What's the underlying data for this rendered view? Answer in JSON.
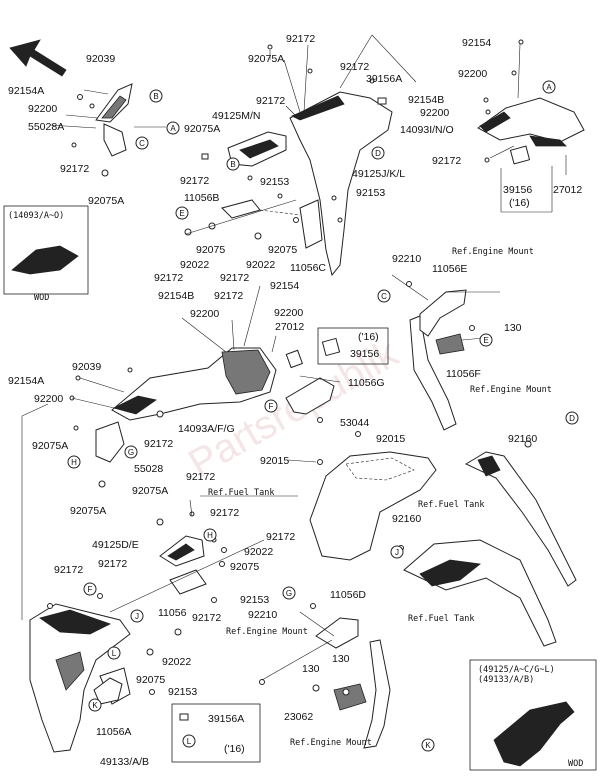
{
  "watermark": "Partsrepublik",
  "labels": {
    "l_92039_a": "92039",
    "l_92154a_a": "92154A",
    "l_92200_a": "92200",
    "l_55028a": "55028A",
    "l_92172_a": "92172",
    "l_92075a_a": "92075A",
    "l_92075a_b": "92075A",
    "l_92172_top": "92172",
    "l_92075a_c": "92075A",
    "l_92172_b": "92172",
    "l_49125mn": "49125M/N",
    "l_92172_c": "92172",
    "l_39156a_top": "39156A",
    "l_92154_tr": "92154",
    "l_92200_tr": "92200",
    "l_92154b_tr": "92154B",
    "l_92200_tr2": "92200",
    "l_14093ino": "14093I/N/O",
    "l_92172_tr": "92172",
    "l_39156_tr": "39156",
    "l_16_tr": "('16)",
    "l_27012_tr": "27012",
    "l_49125jkl": "49125J/K/L",
    "l_92153_a": "92153",
    "l_92153_b": "92153",
    "l_92172_d": "92172",
    "l_11056b": "11056B",
    "l_92075_a": "92075",
    "l_92075_b": "92075",
    "l_11056c": "11056C",
    "l_92022_a": "92022",
    "l_92022_b": "92022",
    "l_92172_e": "92172",
    "l_92172_f": "92172",
    "l_92154b_m": "92154B",
    "l_92172_g": "92172",
    "l_92154_m": "92154",
    "l_92200_m": "92200",
    "l_92200_m2": "92200",
    "l_27012_m": "27012",
    "l_16_m": "('16)",
    "l_39156_m": "39156",
    "l_11056g": "11056G",
    "l_92210_a": "92210",
    "l_11056e": "11056E",
    "l_ref_em_a": "Ref.Engine Mount",
    "l_130_a": "130",
    "l_11056f": "11056F",
    "l_ref_em_b": "Ref.Engine Mount",
    "l_92154a_b": "92154A",
    "l_92039_b": "92039",
    "l_92200_b": "92200",
    "l_14093afg": "14093A/F/G",
    "l_92075a_d": "92075A",
    "l_92172_h": "92172",
    "l_55028": "55028",
    "l_92075a_e": "92075A",
    "l_53044": "53044",
    "l_92015_a": "92015",
    "l_92015_b": "92015",
    "l_92160_a": "92160",
    "l_ref_ft_a": "Ref.Fuel Tank",
    "l_ref_ft_b": "Ref.Fuel Tank",
    "l_92075a_f": "92075A",
    "l_92172_i": "92172",
    "l_49125de": "49125D/E",
    "l_92172_j": "92172",
    "l_92172_k": "92172",
    "l_92022_c": "92022",
    "l_92075_c": "92075",
    "l_92160_b": "92160",
    "l_92172_l": "92172",
    "l_92172_m": "92172",
    "l_92153_c": "92153",
    "l_11056": "11056",
    "l_92210_b": "92210",
    "l_11056d": "11056D",
    "l_ref_ft_c": "Ref.Fuel Tank",
    "l_92172_n": "92172",
    "l_ref_em_c": "Ref.Engine Mount",
    "l_92022_d": "92022",
    "l_92075_d": "92075",
    "l_92153_d": "92153",
    "l_130_b": "130",
    "l_130_c": "130",
    "l_11056a": "11056A",
    "l_23062": "23062",
    "l_ref_em_d": "Ref.Engine Mount",
    "l_39156a_bl": "39156A",
    "l_16_bl": "('16)",
    "l_49133ab": "49133/A/B",
    "l_wod_box_title": "(14093/A~O)",
    "l_wod_a": "WOD",
    "l_wod_box2_t1": "(49125/A~C/G~L)",
    "l_wod_box2_t2": "(49133/A/B)",
    "l_wod_b": "WOD"
  },
  "callouts": {
    "a1": "A",
    "a2": "A",
    "b1": "B",
    "b2": "B",
    "c1": "C",
    "c2": "C",
    "d1": "D",
    "d2": "D",
    "e1": "E",
    "e2": "E",
    "f1": "F",
    "f2": "F",
    "g1": "G",
    "g2": "G",
    "h1": "H",
    "h2": "H",
    "j1": "J",
    "j2": "J",
    "k1": "K",
    "k2": "K",
    "l1": "L",
    "l2": "L"
  }
}
